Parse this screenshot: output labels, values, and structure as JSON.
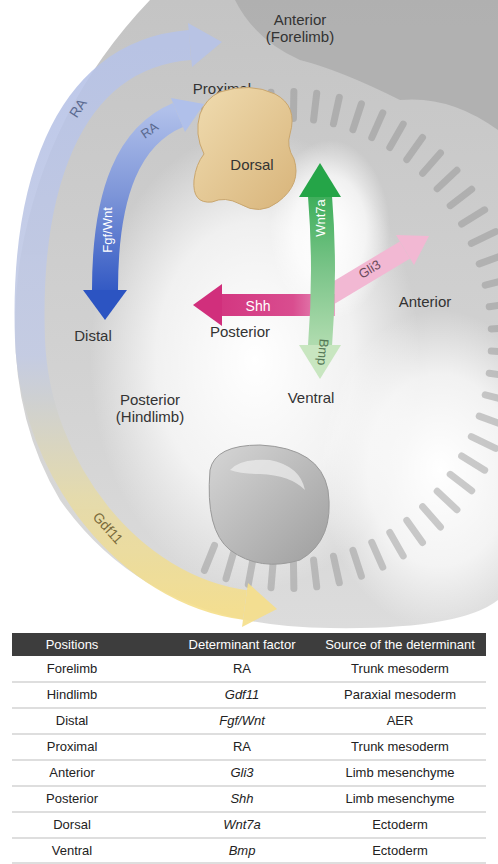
{
  "diagram": {
    "nodes": [
      {
        "text": [
          "Dorsal"
        ]
      }
    ],
    "labels": [
      "Anterior (Forelimb)",
      "RA",
      "RA",
      "Proximal",
      "Fgf/Wnt",
      "Distal",
      "Wnt7a",
      "Gli3",
      "Anterior",
      "Shh",
      "Posterior",
      "Bmp",
      "Ventral",
      "Posterior (Hindlimb)",
      "Gdf11",
      "Positions",
      "Determinant factor",
      "Source of the determinant",
      "Forelimb",
      "RA",
      "Trunk mesoderm",
      "Hindlimb",
      "Gdf11",
      "Paraxial mesoderm",
      "Distal",
      "Fgf/Wnt",
      "AER",
      "Proximal",
      "RA",
      "Trunk mesoderm",
      "Anterior",
      "Gli3",
      "Limb mesenchyme",
      "Posterior",
      "Shh",
      "Limb mesenchyme",
      "Dorsal",
      "Wnt7a",
      "Ectoderm",
      "Ventral",
      "Bmp",
      "Ectoderm"
    ]
  }
}
